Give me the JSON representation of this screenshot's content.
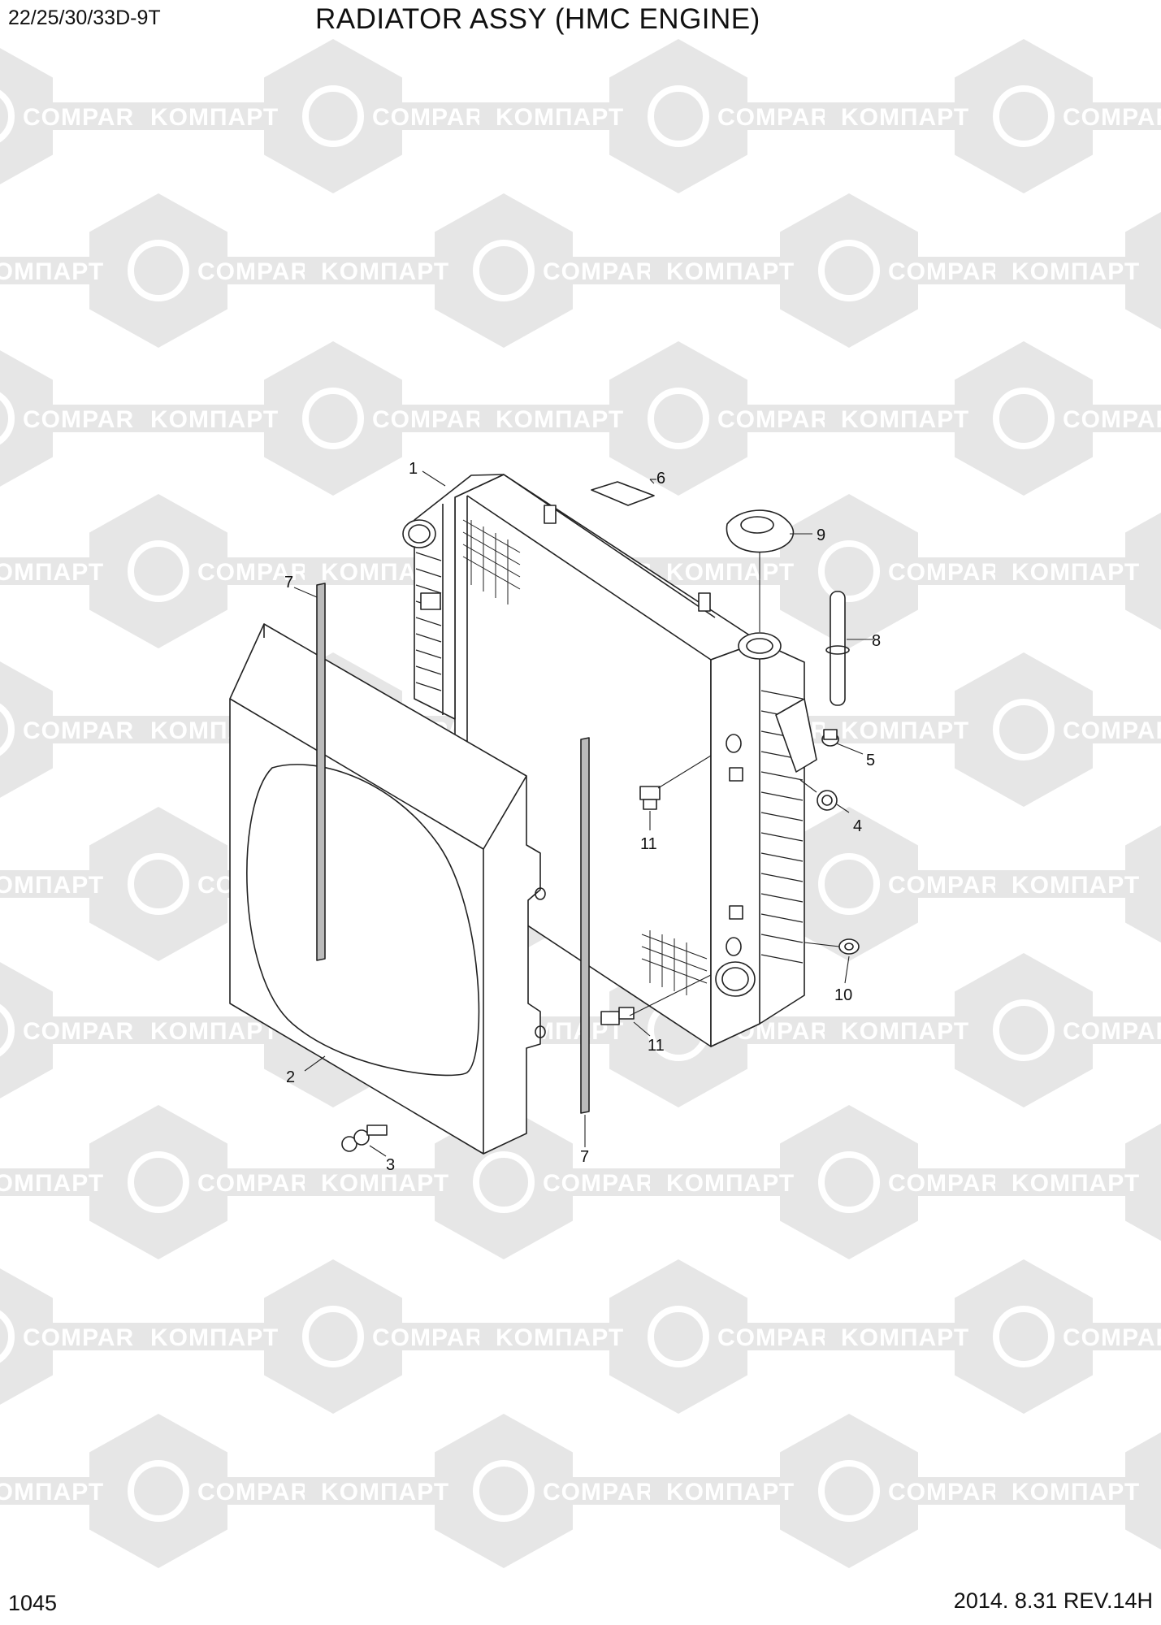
{
  "header": {
    "model": "22/25/30/33D-9T",
    "title": "RADIATOR ASSY (HMC ENGINE)"
  },
  "footer": {
    "page_number": "1045",
    "revision": "2014. 8.31  REV.14H"
  },
  "watermark": {
    "text_left": "KOMПАРТ",
    "text_right": "COMPART",
    "color": "#e6e6e6"
  },
  "callouts": [
    {
      "id": "c1",
      "label": "1"
    },
    {
      "id": "c2",
      "label": "2"
    },
    {
      "id": "c3",
      "label": "3"
    },
    {
      "id": "c4",
      "label": "4"
    },
    {
      "id": "c5",
      "label": "5"
    },
    {
      "id": "c6",
      "label": "6"
    },
    {
      "id": "c7a",
      "label": "7"
    },
    {
      "id": "c7b",
      "label": "7"
    },
    {
      "id": "c8",
      "label": "8"
    },
    {
      "id": "c9",
      "label": "9"
    },
    {
      "id": "c10",
      "label": "10"
    },
    {
      "id": "c11a",
      "label": "11"
    },
    {
      "id": "c11b",
      "label": "11"
    }
  ]
}
